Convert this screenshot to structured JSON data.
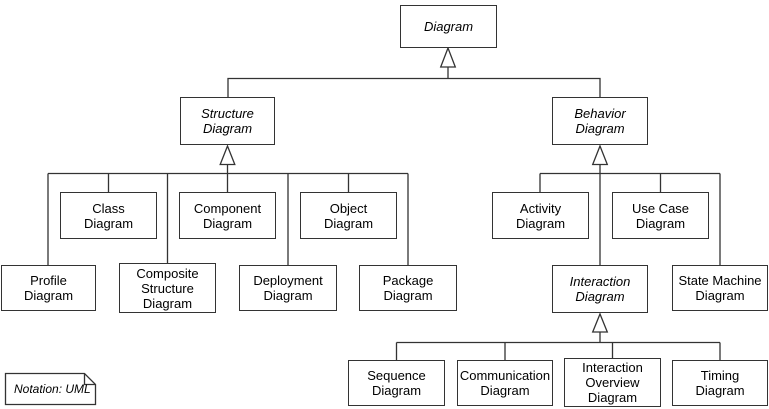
{
  "colors": {
    "line": "#333333",
    "box_fill": "#ffffff",
    "text": "#000000"
  },
  "nodes": {
    "diagram": {
      "label": "Diagram",
      "abstract": true
    },
    "structure_diagram": {
      "label": "Structure\nDiagram",
      "abstract": true
    },
    "behavior_diagram": {
      "label": "Behavior\nDiagram",
      "abstract": true
    },
    "class_diagram": {
      "label": "Class\nDiagram"
    },
    "component_diagram": {
      "label": "Component\nDiagram"
    },
    "object_diagram": {
      "label": "Object\nDiagram"
    },
    "profile_diagram": {
      "label": "Profile\nDiagram"
    },
    "composite_structure_diagram": {
      "label": "Composite\nStructure\nDiagram"
    },
    "deployment_diagram": {
      "label": "Deployment\nDiagram"
    },
    "package_diagram": {
      "label": "Package\nDiagram"
    },
    "activity_diagram": {
      "label": "Activity\nDiagram"
    },
    "use_case_diagram": {
      "label": "Use Case\nDiagram"
    },
    "interaction_diagram": {
      "label": "Interaction\nDiagram",
      "abstract": true
    },
    "state_machine_diagram": {
      "label": "State Machine\nDiagram"
    },
    "sequence_diagram": {
      "label": "Sequence\nDiagram"
    },
    "communication_diagram": {
      "label": "Communication\nDiagram"
    },
    "interaction_overview_diagram": {
      "label": "Interaction\nOverview\nDiagram"
    },
    "timing_diagram": {
      "label": "Timing\nDiagram"
    }
  },
  "note": {
    "label": "Notation: UML"
  }
}
